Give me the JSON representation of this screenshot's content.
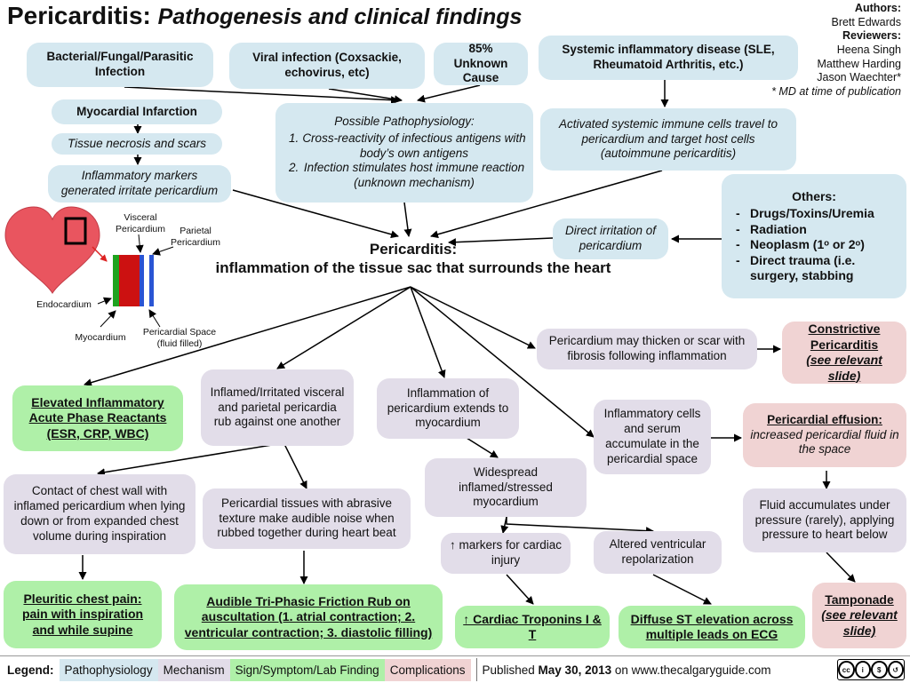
{
  "title": {
    "main": "Pericarditis:",
    "sub": "Pathogenesis and clinical findings"
  },
  "credits": {
    "authors_label": "Authors:",
    "authors": "Brett Edwards",
    "reviewers_label": "Reviewers:",
    "reviewers": [
      "Heena Singh",
      "Matthew Harding",
      "Jason Waechter*"
    ],
    "note": "* MD at time of publication"
  },
  "causes": {
    "bacterial": "Bacterial/Fungal/Parasitic Infection",
    "viral": "Viral infection (Coxsackie, echovirus, etc)",
    "unknown": "85% Unknown Cause",
    "systemic": "Systemic inflammatory disease (SLE, Rheumatoid Arthritis, etc.)",
    "mi": "Myocardial Infarction",
    "necrosis": "Tissue necrosis and scars",
    "markers": "Inflammatory markers generated irritate pericardium"
  },
  "possible": {
    "heading": "Possible Pathophysiology:",
    "items": [
      "Cross-reactivity of infectious antigens with body’s own antigens",
      "Infection stimulates host immune reaction (unknown mechanism)"
    ]
  },
  "activated": "Activated systemic immune cells travel to pericardium and target host cells (autoimmune pericarditis)",
  "direct": "Direct irritation of pericardium",
  "others": {
    "heading": "Others:",
    "items": [
      "Drugs/Toxins/Uremia",
      "Radiation",
      "Neoplasm (1ᵒ or 2ᵒ)",
      "Direct trauma (i.e. surgery, stabbing"
    ]
  },
  "center": {
    "line1": "Pericarditis:",
    "line2": "inflammation of the tissue sac that surrounds the heart"
  },
  "heart_labels": {
    "visceral": "Visceral Pericardium",
    "parietal": "Parietal Pericardium",
    "endocardium": "Endocardium",
    "myocardium": "Myocardium",
    "space": "Pericardial Space (fluid filled)"
  },
  "effects": {
    "acute_phase": "Elevated Inflammatory Acute Phase Reactants (ESR, CRP, WBC)",
    "rub": "Inflamed/Irritated visceral and parietal pericardia rub against one another",
    "extends": "Inflammation of pericardium extends to myocardium",
    "thicken": "Pericardium may thicken or scar with fibrosis following inflammation",
    "constrictive_main": "Constrictive Pericarditis",
    "constrictive_ref": "(see relevant slide)",
    "accumulate": "Inflammatory cells and serum accumulate in the pericardial space",
    "effusion_title": "Pericardial effusion:",
    "effusion_desc": "increased pericardial fluid in the space",
    "contact": "Contact of chest wall with inflamed pericardium when lying down or from expanded chest volume during inspiration",
    "abrasive": "Pericardial tissues with abrasive texture make audible noise when rubbed together during heart beat",
    "widespread": "Widespread inflamed/stressed myocardium",
    "fluid_pressure": "Fluid accumulates under pressure (rarely), applying pressure to heart below",
    "markers_injury": "↑ markers for cardiac injury",
    "altered": "Altered ventricular repolarization",
    "pleuritic": "Pleuritic chest pain: pain with inspiration and while supine",
    "friction": "Audible Tri-Phasic Friction Rub on auscultation (1. atrial contraction; 2. ventricular contraction; 3. diastolic filling)",
    "troponins": "↑ Cardiac Troponins I & T",
    "st": "Diffuse ST elevation across multiple leads on ECG",
    "tamponade_main": "Tamponade",
    "tamponade_ref": "(see relevant slide)"
  },
  "legend": {
    "label": "Legend:",
    "items": [
      "Pathophysiology",
      "Mechanism",
      "Sign/Symptom/Lab Finding",
      "Complications"
    ],
    "published_prefix": "Published ",
    "published_date": "May 30, 2013",
    "published_suffix": " on www.thecalgaryguide.com"
  },
  "colors": {
    "pathophysiology": "#d5e8f0",
    "mechanism": "#e2dde9",
    "finding": "#aff0a8",
    "complication": "#f0d3d3"
  }
}
